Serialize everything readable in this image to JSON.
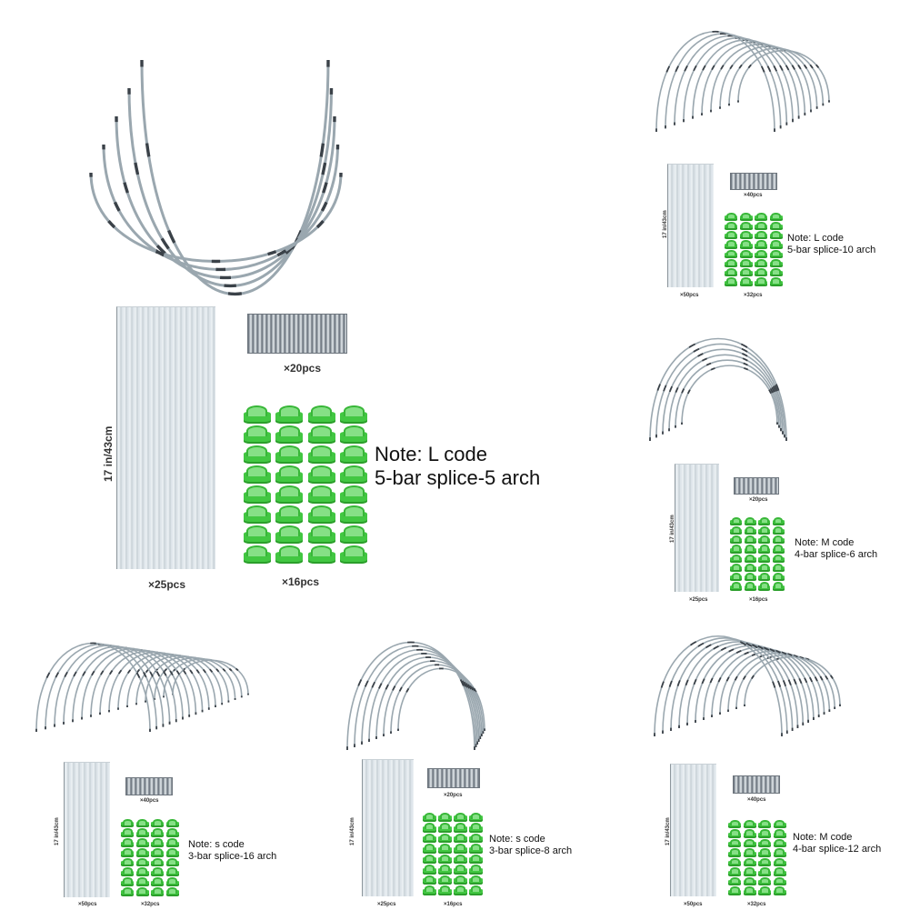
{
  "panels": [
    {
      "id": "L5",
      "dimension_label": "17 in/43cm",
      "rod_count": "×25pcs",
      "connector_count": "×20pcs",
      "clip_count": "×16pcs",
      "note_title": "Note: L code",
      "note_detail": "5-bar splice-5 arch"
    },
    {
      "id": "L10",
      "dimension_label": "17 in/43cm",
      "rod_count": "×50pcs",
      "connector_count": "×40pcs",
      "clip_count": "×32pcs",
      "note_title": "Note: L code",
      "note_detail": "5-bar splice-10 arch"
    },
    {
      "id": "M6",
      "dimension_label": "17 in/43cm",
      "rod_count": "×25pcs",
      "connector_count": "×20pcs",
      "clip_count": "×16pcs",
      "note_title": "Note: M code",
      "note_detail": "4-bar splice-6 arch"
    },
    {
      "id": "S16",
      "dimension_label": "17 in/43cm",
      "rod_count": "×50pcs",
      "connector_count": "×40pcs",
      "clip_count": "×32pcs",
      "note_title": "Note: s code",
      "note_detail": "3-bar splice-16 arch"
    },
    {
      "id": "S8",
      "dimension_label": "17 in/43cm",
      "rod_count": "×25pcs",
      "connector_count": "×20pcs",
      "clip_count": "×16pcs",
      "note_title": "Note: s code",
      "note_detail": "3-bar splice-8 arch"
    },
    {
      "id": "M12",
      "dimension_label": "17 in/43cm",
      "rod_count": "×50pcs",
      "connector_count": "×40pcs",
      "clip_count": "×32pcs",
      "note_title": "Note: M code",
      "note_detail": "4-bar splice-12 arch"
    }
  ],
  "arch_counts": {
    "L5": 5,
    "L10": 10,
    "M6": 6,
    "S16": 16,
    "S8": 8,
    "M12": 12
  },
  "colors": {
    "arch": "#9aa7af",
    "arch_joint": "#3a4148",
    "clip": "#42c742",
    "rod": "#dbe3e8"
  }
}
